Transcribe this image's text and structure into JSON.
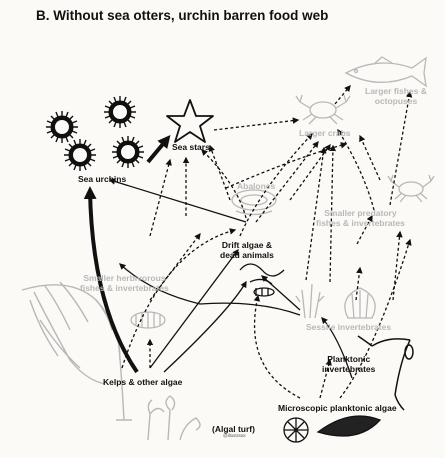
{
  "title": "B. Without sea otters, urchin barren food web",
  "colors": {
    "dark": "#111111",
    "grey": "#b8b8b8",
    "background": "#fbfaf6"
  },
  "nodes": {
    "sea_urchins": {
      "label": "Sea urchins",
      "icon": "sea-urchin-icon"
    },
    "sea_stars": {
      "label": "Sea stars",
      "icon": "sea-star-icon"
    },
    "abalones": {
      "label": "Abalones",
      "icon": "abalone-icon"
    },
    "larger_crabs": {
      "label": "Larger crabs",
      "icon": "crab-icon"
    },
    "larger_fishes": {
      "line1": "Larger fishes &",
      "line2": "octopuses",
      "icon": "fish-icon"
    },
    "smaller_predatory": {
      "line1": "Smaller predatory",
      "line2": "fishes & invertebrates",
      "icon": "crab-icon"
    },
    "drift_algae": {
      "line1": "Drift algae &",
      "line2": "dead animals",
      "icon": "drift-debris-icon"
    },
    "smaller_herbivorous": {
      "line1": "Smaller herbivorous",
      "line2": "fishes & invertebrates",
      "icon": "chiton-icon"
    },
    "sessile": {
      "label": "Sessile invertebrates",
      "icon": "scallop-icon"
    },
    "planktonic_inverts": {
      "line1": "Planktonic",
      "line2": "invertebrates",
      "icon": "plankton-icon"
    },
    "kelps": {
      "label": "Kelps & other algae",
      "icon": "kelp-icon"
    },
    "algal_turf": {
      "label": "(Algal turf)",
      "icon": "algal-turf-icon"
    },
    "microscopic_algae": {
      "label": "Microscopic planktonic algae",
      "icon": "diatom-icon"
    }
  },
  "credit": "@illustrator"
}
